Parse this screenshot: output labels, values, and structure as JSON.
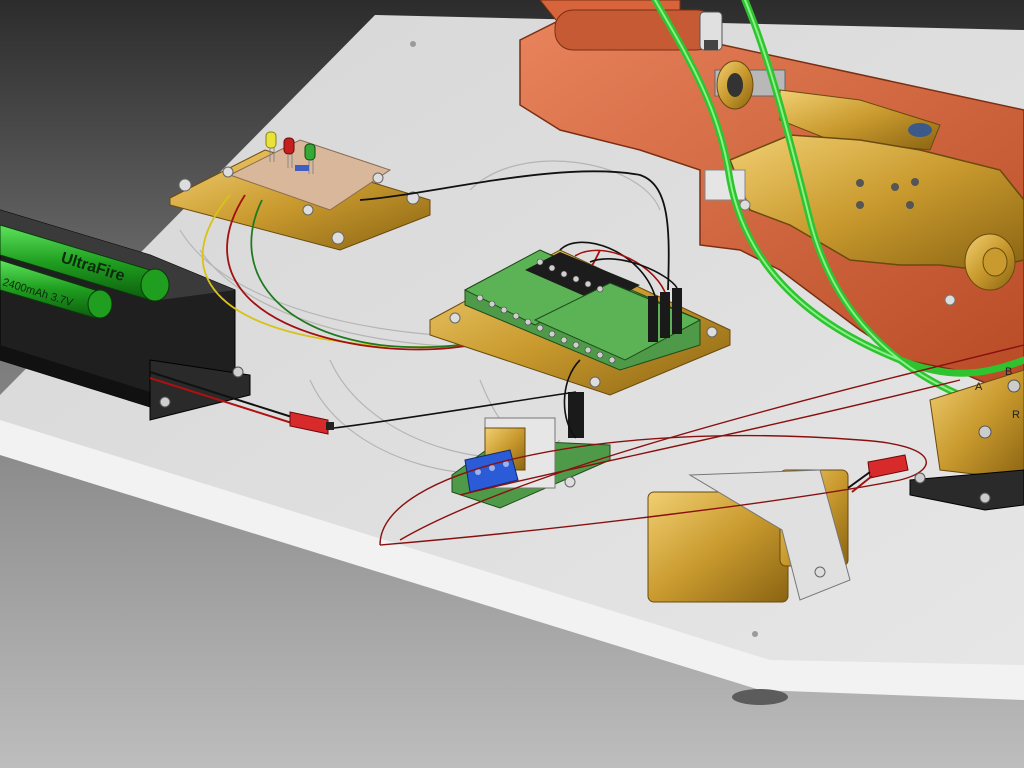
{
  "battery": {
    "brand": "UltraFire",
    "spec": "2400mAh 3.7V"
  },
  "connector_labels": {
    "a": "A",
    "b": "B",
    "r": "R"
  },
  "colors": {
    "baseplate": "#d9d9d9",
    "orange_housing": "#d8643c",
    "brass": "#c99a2e",
    "green_pcb": "#4f9a48",
    "green_tube": "#2fc42f",
    "black_holder": "#2a2a2a",
    "blue_terminal": "#2b5bd6",
    "red_plug": "#d82a2a"
  }
}
